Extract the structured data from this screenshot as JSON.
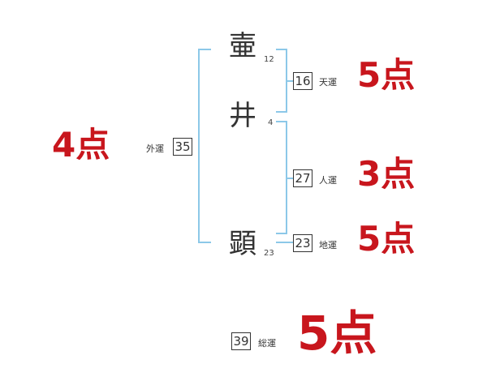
{
  "name_chars": [
    {
      "char": "壷",
      "strokes": "12"
    },
    {
      "char": "井",
      "strokes": "4"
    },
    {
      "char": "顕",
      "strokes": "23"
    }
  ],
  "fortunes": {
    "ten": {
      "value": "16",
      "label": "天運",
      "score": "5点"
    },
    "jin": {
      "value": "27",
      "label": "人運",
      "score": "3点"
    },
    "chi": {
      "value": "23",
      "label": "地運",
      "score": "5点"
    },
    "gai": {
      "value": "35",
      "label": "外運",
      "score": "4点"
    },
    "sou": {
      "value": "39",
      "label": "総運",
      "score": "5点"
    }
  },
  "colors": {
    "bracket": "#8cc8e8",
    "score": "#c8161d",
    "text": "#333333"
  }
}
